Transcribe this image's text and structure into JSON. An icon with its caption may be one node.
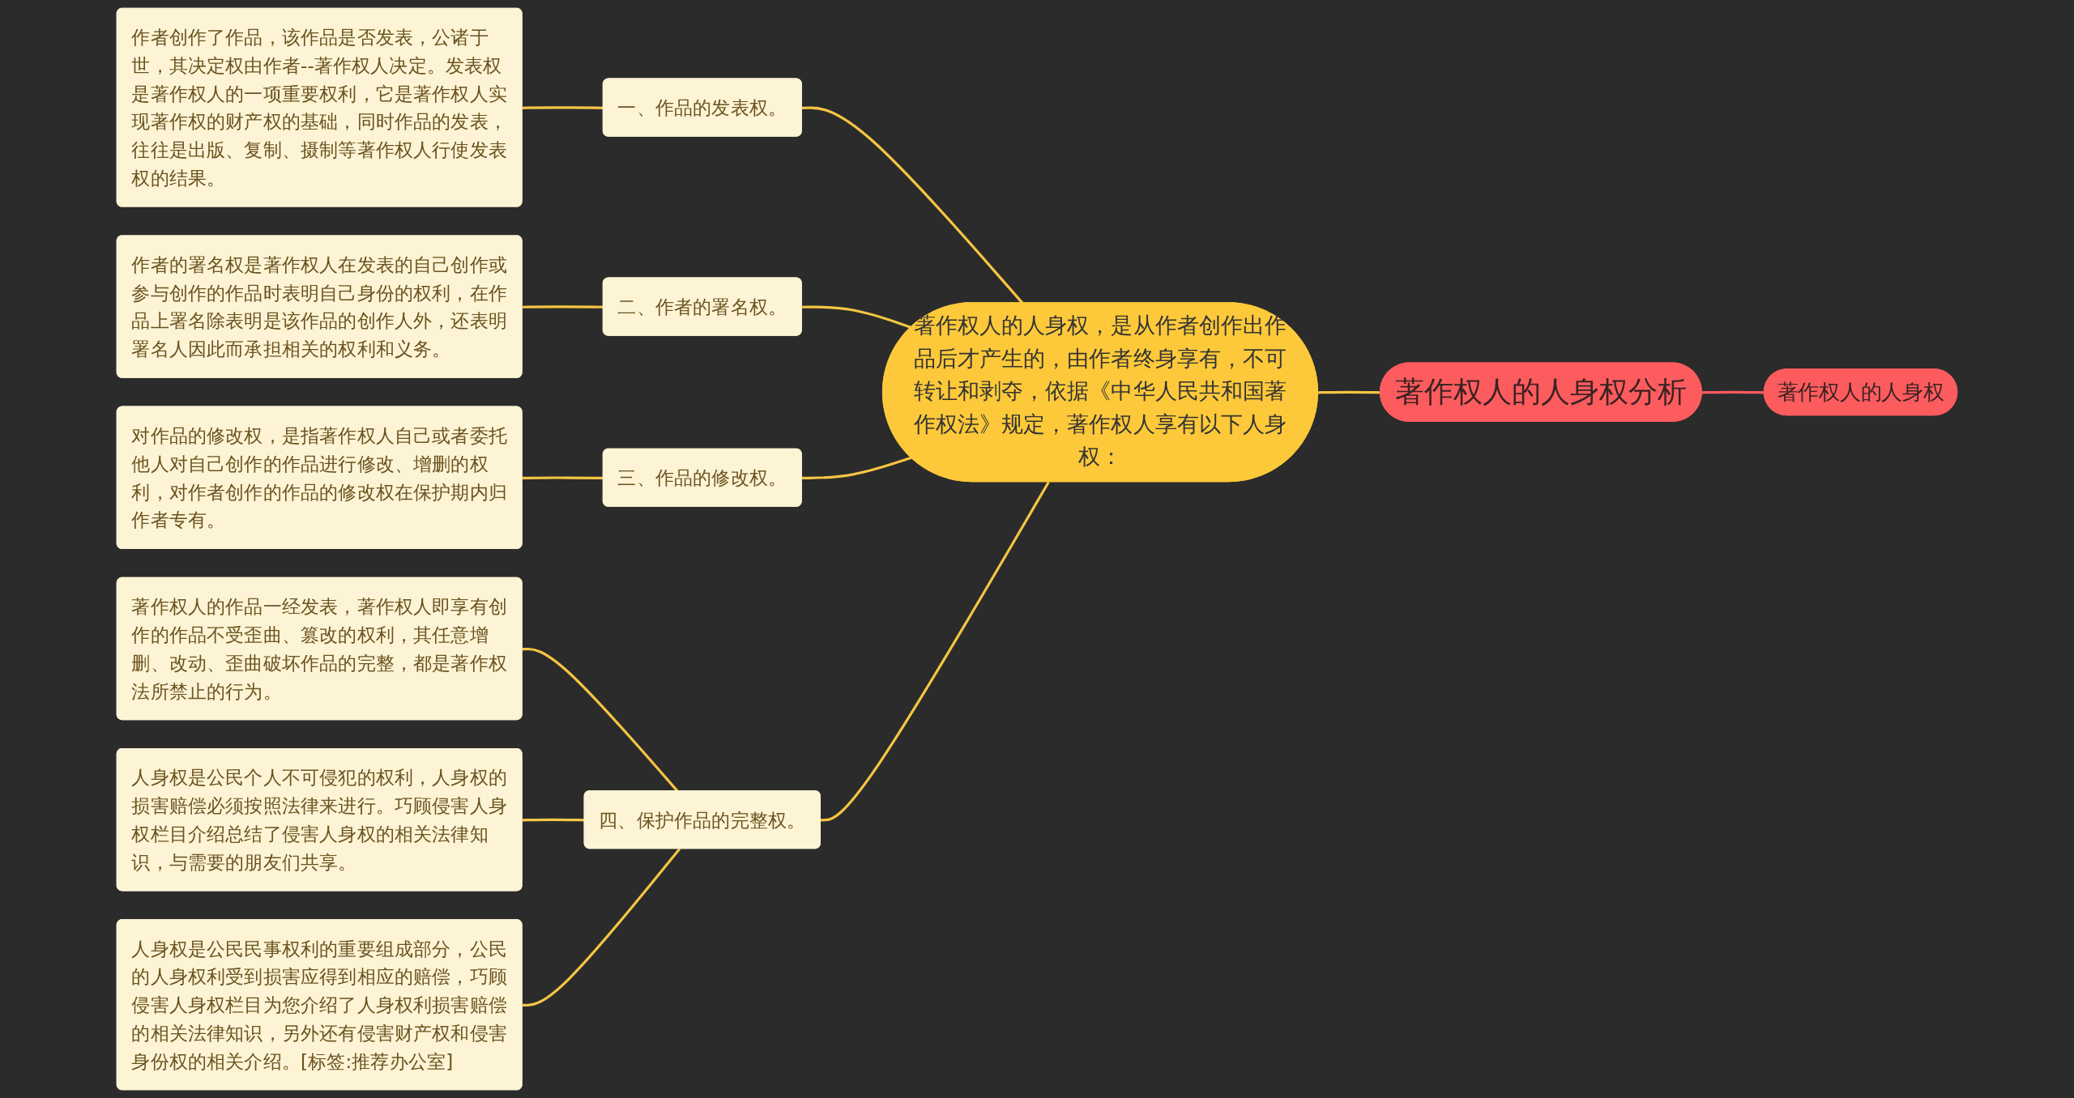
{
  "diagram": {
    "nodes": [
      {
        "text": [
          "著作权人的人身权分析"
        ]
      },
      {
        "text": [
          "著作权人的人身权"
        ]
      },
      {
        "text": [
          "著作权人的人身权，是从作者创作出作品后才产生的，由作者终身享有，不可转让和剥夺，依据《中华人民共和国著作权法》规定，著作权人享有以下人身权："
        ]
      },
      {
        "text": [
          "一、作品的发表权。"
        ]
      },
      {
        "text": [
          "作者创作了作品，该作品是否发表，公诸于世，其决定权由作者--著作权人决定。发表权是著作权人的一项重要权利，它是著作权人实现著作权的财产权的基础，同时作品的发表，往往是出版、复制、摄制等著作权人行使发表权的结果。"
        ]
      },
      {
        "text": [
          "二、作者的署名权。"
        ]
      },
      {
        "text": [
          "作者的署名权是著作权人在发表的自己创作或参与创作的作品时表明自己身份的权利，在作品上署名除表明是该作品的创作人外，还表明署名人因此而承担相关的权利和义务。"
        ]
      },
      {
        "text": [
          "三、作品的修改权。"
        ]
      },
      {
        "text": [
          "对作品的修改权，是指著作权人自己或者委托他人对自己创作的作品进行修改、增删的权利，对作者创作的作品的修改权在保护期内归作者专有。"
        ]
      },
      {
        "text": [
          "四、保护作品的完整权。"
        ]
      },
      {
        "text": [
          "著作权人的作品一经发表，著作权人即享有创作的作品不受歪曲、篡改的权利，其任意增删、改动、歪曲破坏作品的完整，都是著作权法所禁止的行为。"
        ]
      },
      {
        "text": [
          "人身权是公民个人不可侵犯的权利，人身权的损害赔偿必须按照法律来进行。巧顾侵害人身权栏目介绍总结了侵害人身权的相关法律知识，与需要的朋友们共享。"
        ]
      },
      {
        "text": [
          "人身权是公民民事权利的重要组成部分，公民的人身权利受到损害应得到相应的赔偿，巧顾侵害人身权栏目为您介绍了人身权利损害赔偿的相关法律知识，另外还有侵害财产权和侵害身份权的相关介绍。[标签:推荐办公室]"
        ]
      }
    ],
    "edges": [
      {
        "from": 1,
        "to": 0,
        "arrow": "none",
        "color": "#ff5a5f"
      },
      {
        "from": 0,
        "to": 2,
        "arrow": "none"
      },
      {
        "from": 2,
        "to": 3,
        "arrow": "none"
      },
      {
        "from": 2,
        "to": 5,
        "arrow": "none"
      },
      {
        "from": 2,
        "to": 7,
        "arrow": "none"
      },
      {
        "from": 2,
        "to": 9,
        "arrow": "none"
      },
      {
        "from": 3,
        "to": 4,
        "arrow": "none"
      },
      {
        "from": 5,
        "to": 6,
        "arrow": "none"
      },
      {
        "from": 7,
        "to": 8,
        "arrow": "none"
      },
      {
        "from": 9,
        "to": 10,
        "arrow": "none"
      },
      {
        "from": 9,
        "to": 11,
        "arrow": "none"
      },
      {
        "from": 9,
        "to": 12,
        "arrow": "none"
      }
    ]
  }
}
